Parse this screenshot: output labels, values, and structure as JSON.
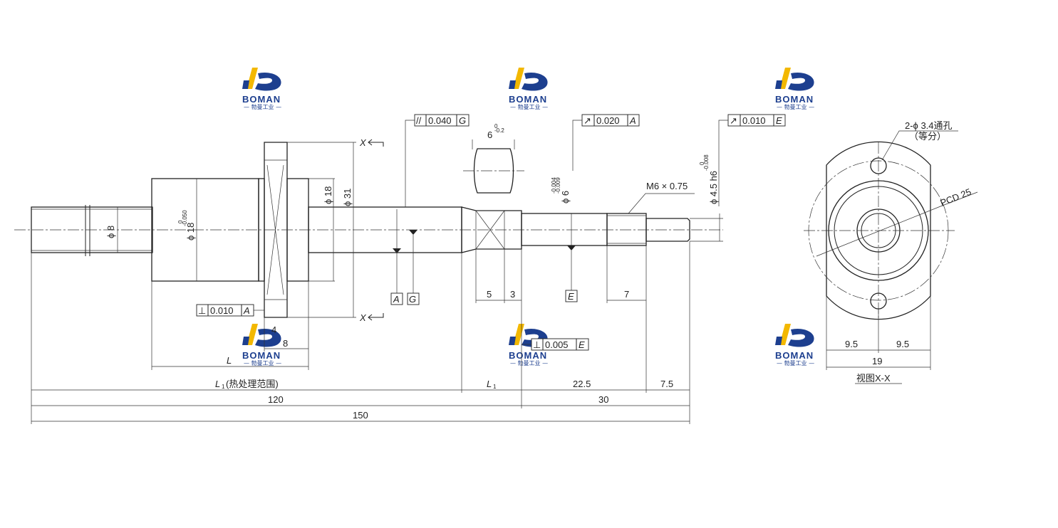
{
  "brand": {
    "name": "BOMAN",
    "subtitle": "— 勃曼工业 —",
    "colors": {
      "blue": "#1d3f8f",
      "yellow": "#f3b800"
    }
  },
  "tolerances": {
    "parallel_g": {
      "symbol": "//",
      "value": "0.040",
      "datum": "G"
    },
    "runout_a": {
      "symbol": "↗",
      "value": "0.020",
      "datum": "A"
    },
    "runout_e": {
      "symbol": "↗",
      "value": "0.010",
      "datum": "E"
    },
    "perp_a": {
      "symbol": "⊥",
      "value": "0.010",
      "datum": "A"
    },
    "perp_e": {
      "symbol": "⊥",
      "value": "0.005",
      "datum": "E"
    }
  },
  "datums": {
    "a": "A",
    "g": "G",
    "e": "E"
  },
  "dims": {
    "d8": "ϕ 8",
    "d18_nut": "ϕ 18",
    "d18_nut_tol_top": "0",
    "d18_nut_tol_bot": "-0.050",
    "d18_flange": "ϕ 18",
    "d31": "ϕ 31",
    "flat6": "6",
    "flat6_tol_top": "0",
    "flat6_tol_bot": "-0.2",
    "d6": "ϕ 6",
    "d6_tol_top": "-0.004",
    "d6_tol_bot": "-0.009",
    "thread": "M6 × 0.75",
    "d45": "ϕ 4.5 h6",
    "d45_tol_top": "0",
    "d45_tol_bot": "-0.008",
    "len5": "5",
    "len3": "3",
    "len7": "7",
    "len4": "4",
    "len8": "8",
    "L": "L",
    "L1_heat": "L",
    "L1_sub": "1",
    "heat_note": "(热处理范围)",
    "L1_right": "L",
    "L1_right_sub": "1",
    "len22_5": "22.5",
    "len7_5": "7.5",
    "len120": "120",
    "len30": "30",
    "len150": "150",
    "holes": "2-ϕ 3.4通孔",
    "holes_note": "（等分）",
    "pcd": "PCD 25",
    "w9_5a": "9.5",
    "w9_5b": "9.5",
    "w19": "19",
    "view_label": "视图X-X"
  },
  "section_marks": {
    "top": "X",
    "bottom": "X"
  }
}
